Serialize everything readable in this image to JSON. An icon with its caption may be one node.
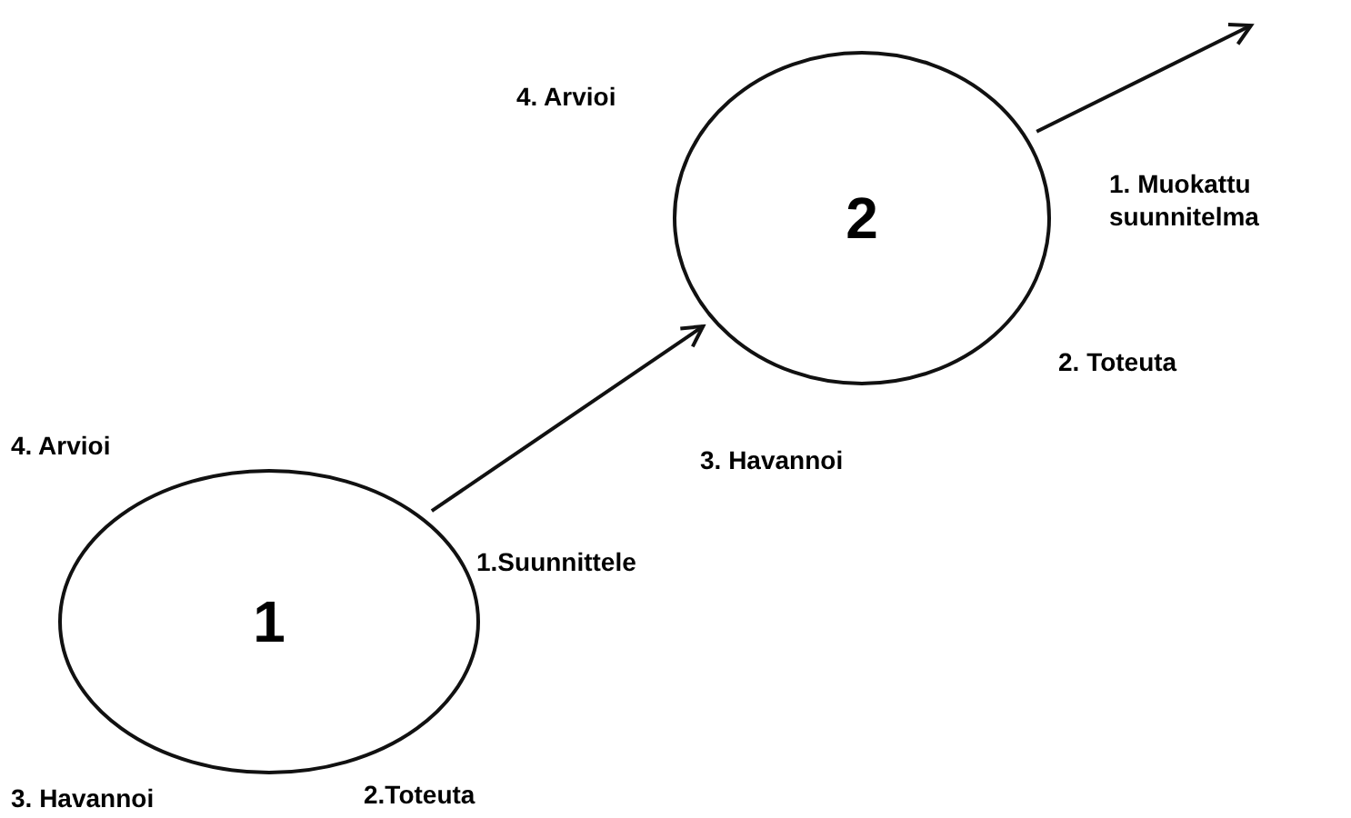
{
  "diagram": {
    "nodes": [
      {
        "text": [
          "1"
        ],
        "beside": [
          "4. Arvioi",
          "1.Suunnittele",
          "2.Toteuta",
          "3. Havannoi"
        ]
      },
      {
        "text": [
          "2"
        ],
        "beside": [
          "4. Arvioi",
          "1. Muokattu suunnitelma",
          "2. Toteuta",
          "3. Havannoi"
        ]
      }
    ],
    "edges": [
      {
        "from": 0,
        "to": 1,
        "arrow": "to"
      },
      {
        "from": 1,
        "to": null,
        "arrow": "to"
      }
    ]
  }
}
